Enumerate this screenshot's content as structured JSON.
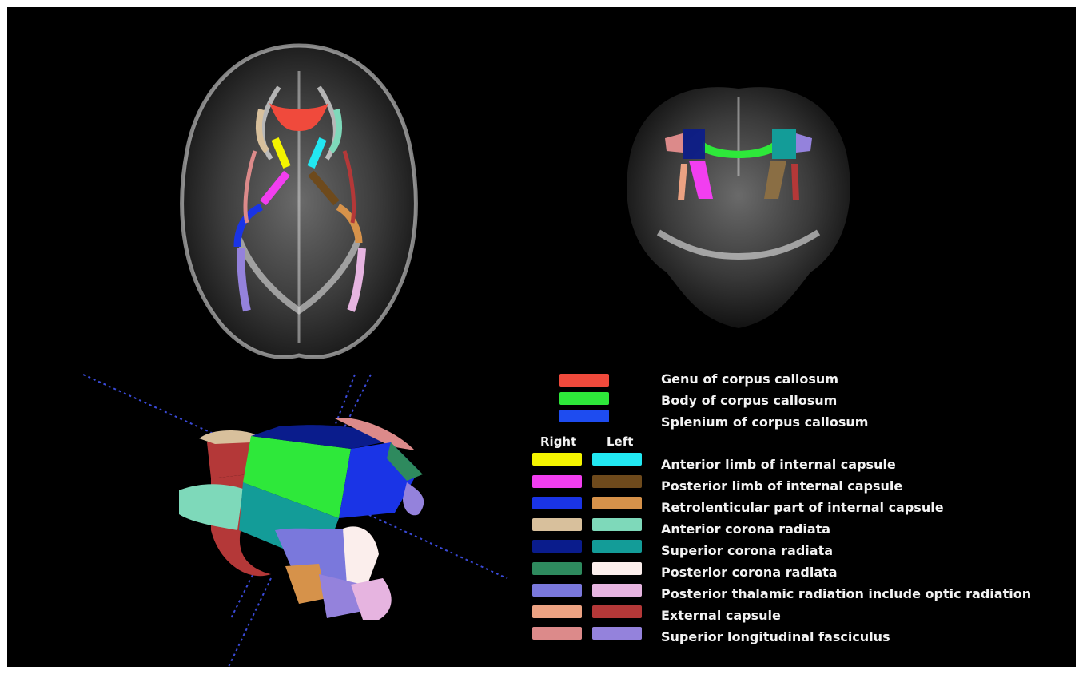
{
  "legend": {
    "corpus_callosum": [
      {
        "label": "Genu of corpus callosum",
        "color": "#f04a3c"
      },
      {
        "label": "Body of corpus callosum",
        "color": "#2ee83a"
      },
      {
        "label": "Splenium of corpus callosum",
        "color": "#1e4cf0"
      }
    ],
    "column_headers": {
      "right": "Right",
      "left": "Left"
    },
    "tracts": [
      {
        "label": "Anterior limb of internal capsule",
        "right_color": "#f4f400",
        "left_color": "#22e8f2"
      },
      {
        "label": "Posterior limb of internal capsule",
        "right_color": "#f23ef0",
        "left_color": "#6e4a1c"
      },
      {
        "label": "Retrolenticular part of internal capsule",
        "right_color": "#1a34e6",
        "left_color": "#d6924a"
      },
      {
        "label": "Anterior corona radiata",
        "right_color": "#d8c09c",
        "left_color": "#7ed9ba"
      },
      {
        "label": "Superior corona radiata",
        "right_color": "#0a1c8c",
        "left_color": "#139c98"
      },
      {
        "label": "Posterior corona radiata",
        "right_color": "#2e8a5e",
        "left_color": "#fbeeec"
      },
      {
        "label": "Posterior thalamic radiation include optic radiation",
        "right_color": "#7a78dc",
        "left_color": "#e6b4e0"
      },
      {
        "label": "External capsule",
        "right_color": "#eca282",
        "left_color": "#b43838"
      },
      {
        "label": "Superior longitudinal fasciculus",
        "right_color": "#dc8a8a",
        "left_color": "#9482dc"
      }
    ]
  }
}
